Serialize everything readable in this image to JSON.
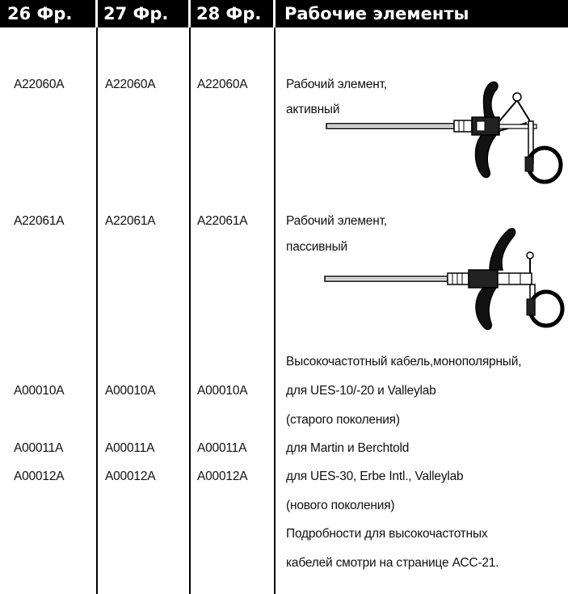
{
  "header": {
    "col1": "26 Фр.",
    "col2": "27 Фр.",
    "col3": "28 Фр.",
    "col4": "Рабочие элементы"
  },
  "rows": [
    {
      "c1": "A22060A",
      "c2": "A22060A",
      "c3": "A22060A",
      "desc": [
        "Рабочий элемент,",
        "активный"
      ],
      "illustration": "active-working-element-illustration"
    },
    {
      "c1": "A22061A",
      "c2": "A22061A",
      "c3": "A22061A",
      "desc": [
        "Рабочий элемент,",
        "пассивный"
      ],
      "illustration": "passive-working-element-illustration"
    }
  ],
  "cable": {
    "intro": "Высокочастотный кабель,монополярный,",
    "items": [
      {
        "c1": "A00010A",
        "c2": "A00010A",
        "c3": "A00010A",
        "desc": "для UES-10/-20 и Valleylab"
      },
      {
        "desc": "(старого поколения)"
      },
      {
        "c1": "A00011A",
        "c2": "A00011A",
        "c3": "A00011A",
        "desc": "для Martin и Berchtold"
      },
      {
        "c1": "A00012A",
        "c2": "A00012A",
        "c3": "A00012A",
        "desc": "для UES-30, Erbe Intl., Valleylab"
      },
      {
        "desc": "(нового поколения)"
      }
    ],
    "note": [
      "Подробности для высокочастотных",
      "кабелей смотри на странице АСС-21."
    ]
  },
  "colors": {
    "header_bg": "#000000",
    "header_text": "#ffffff",
    "text": "#111111",
    "rule": "#000000"
  }
}
